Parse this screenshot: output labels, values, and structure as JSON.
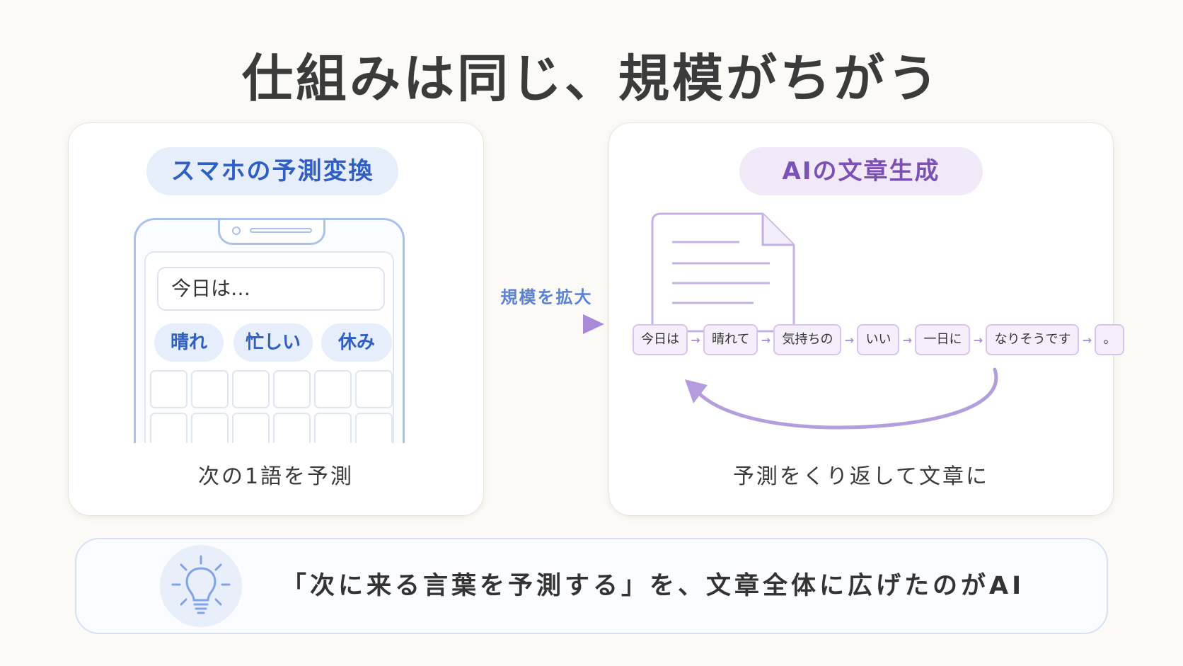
{
  "title": "仕組みは同じ、規模がちがう",
  "left_panel": {
    "heading": "スマホの予測変換",
    "input_text": "今日は…",
    "suggestions": [
      "晴れ",
      "忙しい",
      "休み"
    ],
    "caption": "次の1語を予測"
  },
  "connector": {
    "label": "規模を拡大"
  },
  "right_panel": {
    "heading": "AIの文章生成",
    "tokens": [
      "今日は",
      "晴れて",
      "気持ちの",
      "いい",
      "一日に",
      "なりそうです",
      "。"
    ],
    "caption": "予測をくり返して文章に"
  },
  "summary": {
    "icon": "lightbulb-icon",
    "text": "「次に来る言葉を予測する」を、文章全体に広げたのがAI"
  },
  "colors": {
    "blue_accent": "#2f5fc4",
    "purple_accent": "#7b52b3",
    "blue_light": "#e6eefb",
    "purple_light": "#f1e8f8"
  }
}
